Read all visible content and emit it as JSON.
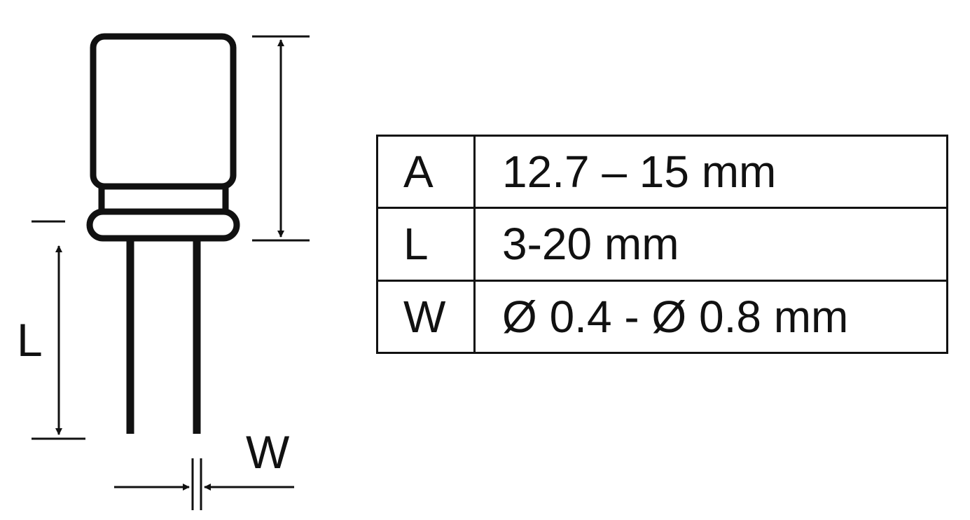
{
  "diagram": {
    "labels": {
      "lead_length": "L",
      "lead_diameter": "W"
    }
  },
  "table": {
    "rows": [
      {
        "key": "A",
        "value": "12.7 – 15 mm"
      },
      {
        "key": "L",
        "value": "3-20 mm"
      },
      {
        "key": "W",
        "value": "Ø 0.4 - Ø 0.8 mm"
      }
    ]
  },
  "colors": {
    "line": "#111111",
    "background": "#ffffff"
  }
}
